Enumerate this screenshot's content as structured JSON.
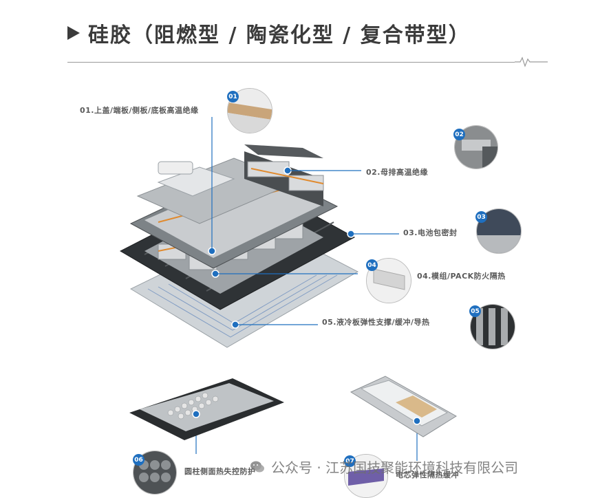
{
  "header": {
    "title": "硅胶（阻燃型 / 陶瓷化型 / 复合带型）"
  },
  "callouts": [
    {
      "num": "01",
      "label": "01.上盖/端板/侧板/底板高温绝缘"
    },
    {
      "num": "02",
      "label": "02.母排高温绝缘"
    },
    {
      "num": "03",
      "label": "03.电池包密封"
    },
    {
      "num": "04",
      "label": "04.模组/PACK防火隔热"
    },
    {
      "num": "05",
      "label": "05.液冷板弹性支撑/缓冲/导热"
    },
    {
      "num": "06",
      "label": "圆柱侧面热失控防护"
    },
    {
      "num": "07",
      "label": "电芯弹性隔热缓冲"
    }
  ],
  "watermark": {
    "text": "公众号 · 江苏国技聚能环境科技有限公司"
  },
  "colors": {
    "accent": "#1f6fbf",
    "title": "#3b3b3b",
    "orange_busbar": "#e08a2e"
  }
}
